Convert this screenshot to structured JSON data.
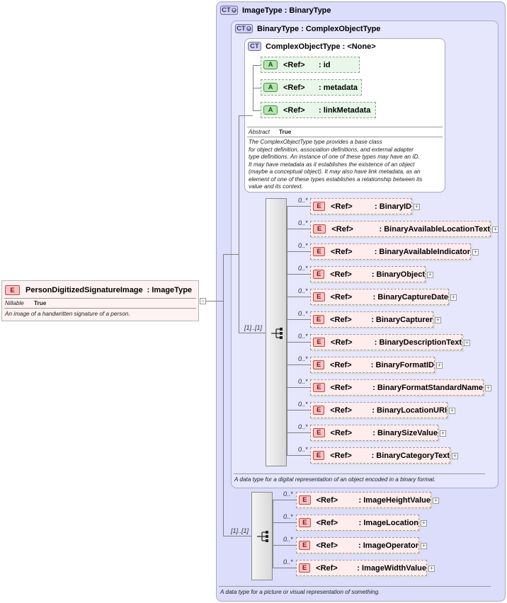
{
  "root_element": {
    "badge": "E",
    "name": "PersonDigitizedSignatureImage",
    "type": ": ImageType",
    "nillable_label": "Nillable",
    "nillable_value": "True",
    "description": "An image of a handwritten signature of a person."
  },
  "image_type": {
    "badge": "CT",
    "title": "ImageType : BinaryType",
    "description": "A data type for a picture or visual representation of something."
  },
  "binary_type": {
    "badge": "CT",
    "title": "BinaryType : ComplexObjectType",
    "description": "A data type for a digital representation of an object encoded in a binary format."
  },
  "complex_object_type": {
    "badge": "CT",
    "title": "ComplexObjectType : <None>",
    "abstract_label": "Abstract",
    "abstract_value": "True",
    "description_lines": [
      "The ComplexObjectType type provides a base class",
      "for object definition, association definitions, and external adapter",
      "type definitions. An instance of one of these types may have an ID.",
      "It may have metadata as it establishes the existence of an object",
      "(maybe a conceptual object). It may also have link metadata, as an",
      "element of one of these types establishes a relationship between its",
      "value and its context."
    ],
    "attributes": [
      {
        "badge": "A",
        "ref": "<Ref>",
        "name": ": id"
      },
      {
        "badge": "A",
        "ref": "<Ref>",
        "name": ": metadata"
      },
      {
        "badge": "A",
        "ref": "<Ref>",
        "name": ": linkMetadata"
      }
    ]
  },
  "binary_sequence": {
    "occurrence": "[1]..[1]",
    "elements": [
      {
        "badge": "E",
        "occ": "0..*",
        "ref": "<Ref>",
        "name": ": BinaryID"
      },
      {
        "badge": "E",
        "occ": "0..*",
        "ref": "<Ref>",
        "name": ": BinaryAvailableLocationText"
      },
      {
        "badge": "E",
        "occ": "0..*",
        "ref": "<Ref>",
        "name": ": BinaryAvailableIndicator"
      },
      {
        "badge": "E",
        "occ": "0..*",
        "ref": "<Ref>",
        "name": ": BinaryObject"
      },
      {
        "badge": "E",
        "occ": "0..*",
        "ref": "<Ref>",
        "name": ": BinaryCaptureDate"
      },
      {
        "badge": "E",
        "occ": "0..*",
        "ref": "<Ref>",
        "name": ": BinaryCapturer"
      },
      {
        "badge": "E",
        "occ": "0..*",
        "ref": "<Ref>",
        "name": ": BinaryDescriptionText"
      },
      {
        "badge": "E",
        "occ": "0..*",
        "ref": "<Ref>",
        "name": ": BinaryFormatID"
      },
      {
        "badge": "E",
        "occ": "0..*",
        "ref": "<Ref>",
        "name": ": BinaryFormatStandardName"
      },
      {
        "badge": "E",
        "occ": "0..*",
        "ref": "<Ref>",
        "name": ": BinaryLocationURI"
      },
      {
        "badge": "E",
        "occ": "0..*",
        "ref": "<Ref>",
        "name": ": BinarySizeValue"
      },
      {
        "badge": "E",
        "occ": "0..*",
        "ref": "<Ref>",
        "name": ": BinaryCategoryText"
      }
    ]
  },
  "image_sequence": {
    "occurrence": "[1]..[1]",
    "elements": [
      {
        "badge": "E",
        "occ": "0..*",
        "ref": "<Ref>",
        "name": ": ImageHeightValue"
      },
      {
        "badge": "E",
        "occ": "0..*",
        "ref": "<Ref>",
        "name": ": ImageLocation"
      },
      {
        "badge": "E",
        "occ": "0..*",
        "ref": "<Ref>",
        "name": ": ImageOperator"
      },
      {
        "badge": "E",
        "occ": "0..*",
        "ref": "<Ref>",
        "name": ": ImageWidthValue"
      }
    ]
  }
}
